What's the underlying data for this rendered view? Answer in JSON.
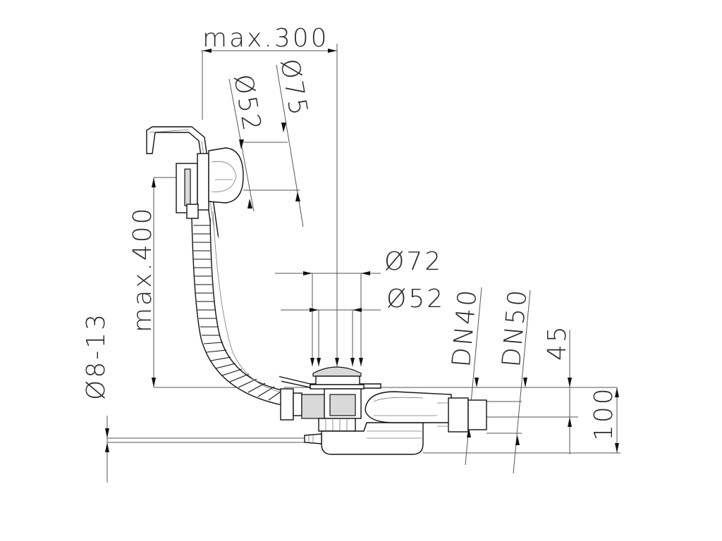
{
  "dimensions": {
    "max_300": "max.300",
    "dia_75_top": "Ø75",
    "dia_52_top": "Ø52",
    "max_400": "max.400",
    "dia_72": "Ø72",
    "dia_52_mid": "Ø52",
    "dn40": "DN40",
    "dn50": "DN50",
    "h45": "45",
    "h100": "100",
    "dia_8_13": "Ø8-13"
  },
  "colors": {
    "line": "#111111",
    "fill_gray": "#d9d9d9"
  }
}
